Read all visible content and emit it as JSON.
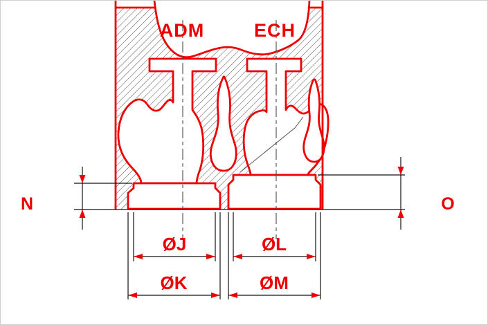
{
  "labels": {
    "adm": "ADM",
    "ech": "ECH",
    "n": "N",
    "o": "O",
    "j": "ØJ",
    "k": "ØK",
    "l": "ØL",
    "m": "ØM"
  },
  "colors": {
    "outline": "#ee0000",
    "text": "#ee0000",
    "dimension": "#111111",
    "hatch": "#3c3c3c",
    "centerline": "#4a4a4a",
    "background": "#ffffff"
  }
}
